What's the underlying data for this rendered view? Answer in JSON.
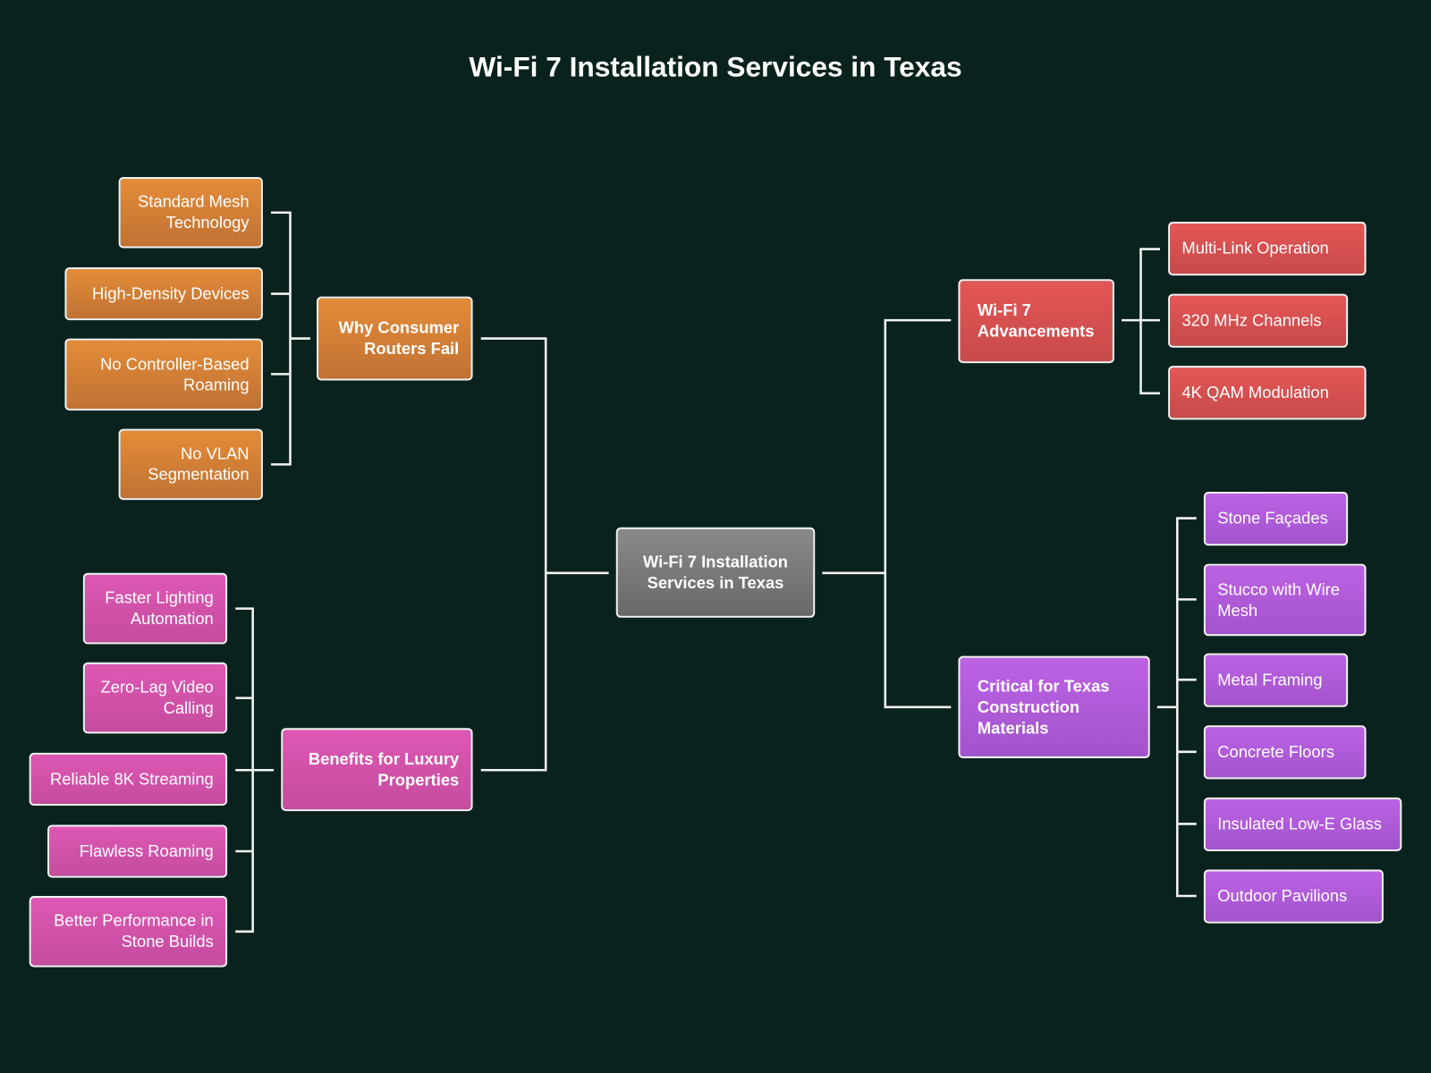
{
  "title": "Wi-Fi 7 Installation Services in Texas",
  "colors": {
    "background": "#0a221e",
    "orange": "#e08a35",
    "pink": "#d957b0",
    "red": "#e05555",
    "purple": "#b860e0",
    "root": "#7a7a7a"
  },
  "root": "Wi-Fi 7 Installation Services in Texas",
  "branches": {
    "why": {
      "label": "Why Consumer Routers Fail",
      "children": [
        "Standard Mesh Technology",
        "High-Density Devices",
        "No Controller-Based Roaming",
        "No VLAN Segmentation"
      ]
    },
    "benefits": {
      "label": "Benefits for Luxury Properties",
      "children": [
        "Faster Lighting Automation",
        "Zero-Lag Video Calling",
        "Reliable 8K Streaming",
        "Flawless Roaming",
        "Better Performance in Stone Builds"
      ]
    },
    "advancements": {
      "label": "Wi-Fi 7 Advancements",
      "children": [
        "Multi-Link Operation",
        "320 MHz Channels",
        "4K QAM Modulation"
      ]
    },
    "materials": {
      "label": "Critical for Texas Construction Materials",
      "children": [
        "Stone Façades",
        "Stucco with Wire Mesh",
        "Metal Framing",
        "Concrete Floors",
        "Insulated Low-E Glass",
        "Outdoor Pavilions"
      ]
    }
  }
}
